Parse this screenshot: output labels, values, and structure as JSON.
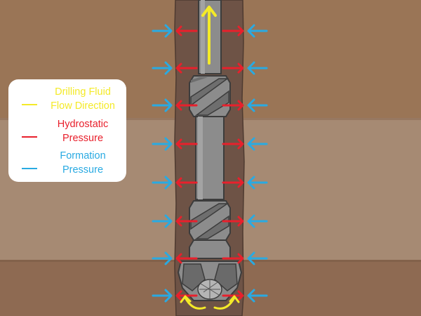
{
  "colors": {
    "fluid_flow": "#f4ea28",
    "hydrostatic": "#e8202c",
    "formation": "#29aae2",
    "rock_upper": "#9a7556",
    "rock_middle": "#a68a73",
    "rock_lower": "#8e6a52",
    "borehole": "#6e5346",
    "drill_steel": "#8c8c8c",
    "drill_outline": "#3c3c3c",
    "legend_bg": "#ffffff"
  },
  "legend": {
    "items": [
      {
        "key": "fluid",
        "line1": "Drilling Fluid",
        "line2": "Flow Direction",
        "color": "#f4ea28"
      },
      {
        "key": "hydrostatic",
        "line1": "Hydrostatic",
        "line2": "Pressure",
        "color": "#e8202c"
      },
      {
        "key": "formation",
        "line1": "Formation",
        "line2": "Pressure",
        "color": "#29aae2"
      }
    ]
  },
  "icons": {
    "fluid_arrow": "arrow-up-icon",
    "pressure_arrow": "arrow-horizontal-icon"
  }
}
